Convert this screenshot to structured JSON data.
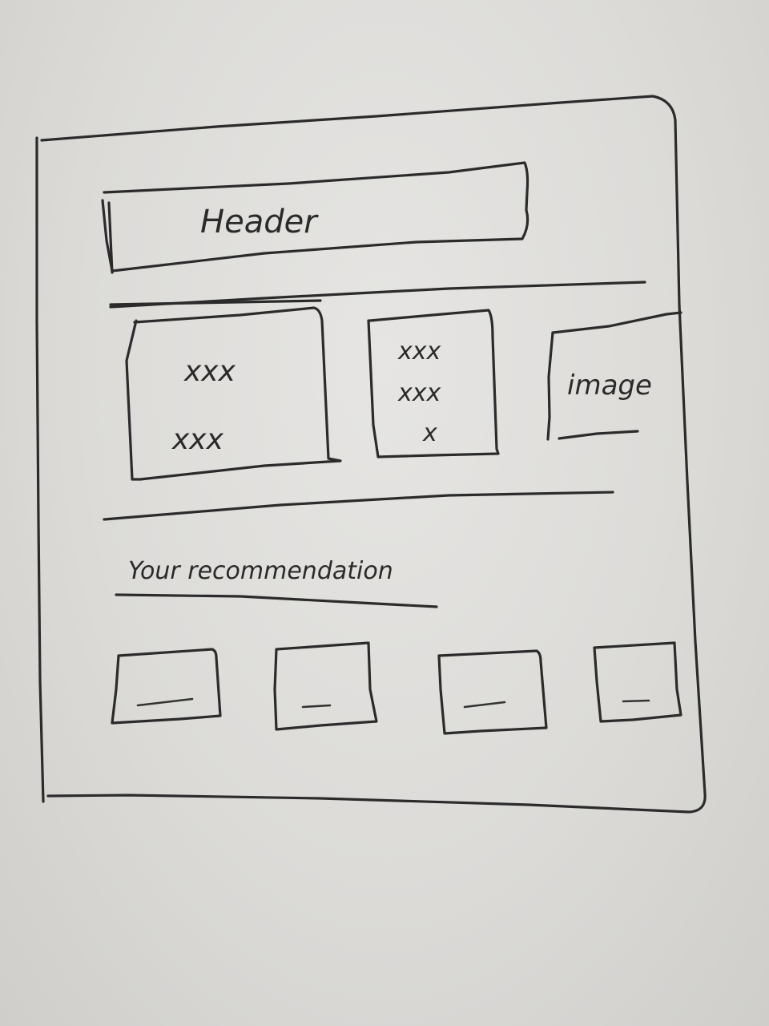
{
  "header": {
    "label": "Header"
  },
  "featured": {
    "card1_lines": [
      "xxx",
      "xxx"
    ],
    "card2_lines": [
      "xxx",
      "xxx",
      "x"
    ],
    "image_label": "image"
  },
  "recommendations": {
    "title": "Your recommendation",
    "items": [
      "_",
      "_",
      "_",
      "_"
    ]
  }
}
